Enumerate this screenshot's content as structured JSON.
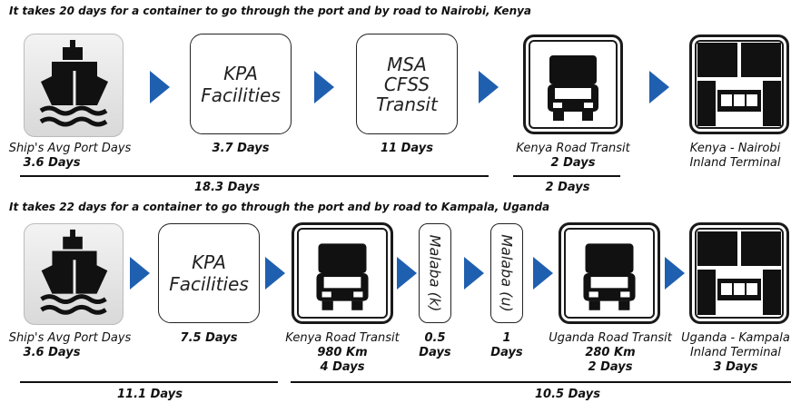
{
  "row1": {
    "heading": "It takes 20 days for a container to go through the port and by road to Nairobi, Kenya",
    "ship": {
      "caption": "Ship's Avg Port Days",
      "days": "3.6 Days"
    },
    "kpa": {
      "line1": "KPA",
      "line2": "Facilities",
      "days": "3.7 Days"
    },
    "msa": {
      "line1": "MSA",
      "line2": "CFSS",
      "line3": "Transit",
      "days": "11 Days"
    },
    "road": {
      "caption": "Kenya Road Transit",
      "days": "2 Days"
    },
    "terminal": {
      "line1": "Kenya - Nairobi",
      "line2": "Inland Terminal"
    },
    "totals": {
      "left": "18.3 Days",
      "right": "2 Days"
    }
  },
  "row2": {
    "heading": "It takes 22 days for a container to go through the port and by road to Kampala, Uganda",
    "ship": {
      "caption": "Ship's Avg Port Days",
      "days": "3.6 Days"
    },
    "kpa": {
      "line1": "KPA",
      "line2": "Facilities",
      "days": "7.5 Days"
    },
    "kenya_road": {
      "caption": "Kenya Road Transit",
      "km": "980 Km",
      "days": "4 Days"
    },
    "malaba_k": {
      "label": "Malaba (k)",
      "value": "0.5",
      "unit": "Days"
    },
    "malaba_u": {
      "label": "Malaba (u)",
      "value": "1",
      "unit": "Days"
    },
    "uganda_road": {
      "caption": "Uganda Road Transit",
      "km": "280 Km",
      "days": "2 Days"
    },
    "terminal": {
      "line1": "Uganda - Kampala",
      "line2": "Inland Terminal",
      "days": "3 Days"
    },
    "totals": {
      "left": "11.1 Days",
      "right": "10.5 Days"
    }
  },
  "colors": {
    "arrow": "#1f5fb0",
    "icon": "#1a1a1a"
  },
  "icons": [
    "ship-icon",
    "truck-icon",
    "terminal-icon",
    "chevron-right-icon"
  ]
}
